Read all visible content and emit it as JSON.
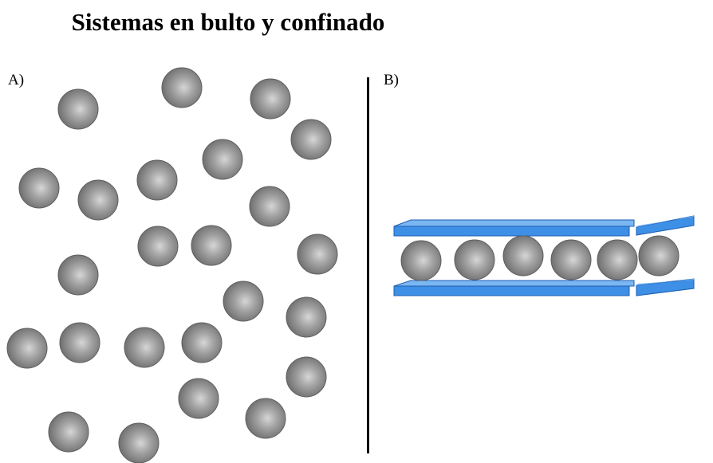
{
  "title": "Sistemas en bulto y confinado",
  "panels": {
    "a": {
      "label": "A)"
    },
    "b": {
      "label": "B)"
    }
  },
  "colors": {
    "particle": "#8a8a8a",
    "particle_highlight": "#d6d6d6",
    "plate": "#3e8fe6",
    "plate_edge": "#1f5fb0",
    "divider": "#111111"
  }
}
